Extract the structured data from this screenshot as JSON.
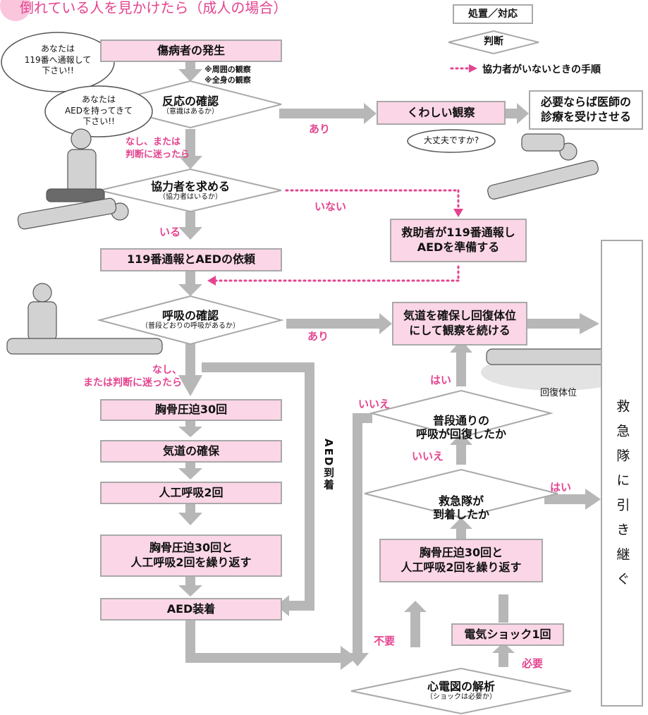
{
  "title": "倒れている人を見かけたら（成人の場合）",
  "legend": {
    "action": "処置／対応",
    "decision": "判断",
    "no_helper": "協力者がいないときの手順"
  },
  "bubbles": {
    "call_119": "あなたは\n119番へ通報して\n下さい!!",
    "bring_aed": "あなたは\nAEDを持ってきて\n下さい!!",
    "are_you_ok": "大丈夫ですか?"
  },
  "boxes": {
    "occurrence": "傷病者の発生",
    "observe": "くわしい観察",
    "doctor": "必要ならば医師の\n診療を受けさせる",
    "call_119_aed": "119番通報とAEDの依頼",
    "rescuer_calls": "救助者が119番通報し\nAEDを準備する",
    "recovery": "気道を確保し回復体位\nにして観察を続ける",
    "compress30": "胸骨圧迫30回",
    "airway": "気道の確保",
    "breath2": "人工呼吸2回",
    "repeat_cpr": "胸骨圧迫30回と\n人工呼吸2回を繰り返す",
    "aed_attach": "AED装着",
    "repeat_cpr2": "胸骨圧迫30回と\n人工呼吸2回を繰り返す",
    "shock": "電気ショック1回",
    "handover": "救急隊に引き継ぐ"
  },
  "decisions": {
    "response": {
      "main": "反応の確認",
      "sub": "（意識はあるか）"
    },
    "helper": {
      "main": "協力者を求める",
      "sub": "（協力者はいるか）"
    },
    "breathing": {
      "main": "呼吸の確認",
      "sub": "（普段どおりの呼吸があるか）"
    },
    "normal_breathing": {
      "main": "普段通りの\n呼吸が回復したか",
      "sub": ""
    },
    "ems_arrived": {
      "main": "救急隊が\n到着したか",
      "sub": ""
    },
    "ecg": {
      "main": "心電図の解析",
      "sub": "（ショックは必要か）"
    }
  },
  "labels": {
    "yes_response": "あり",
    "no_response": "なし、または\n判断に迷ったら",
    "no_helper": "いない",
    "helper_yes": "いる",
    "breath_yes": "あり",
    "breath_no": "なし、\nまたは判断に迷ったら",
    "aed_arrive": "AED到着",
    "yes_recovered": "はい",
    "no_recovered": "いいえ",
    "no_arrived": "いいえ",
    "yes_arrived": "はい",
    "not_needed": "不要",
    "needed": "必要"
  },
  "notes": {
    "surroundings": "※周囲の観察",
    "whole_body": "※全身の観察"
  },
  "caption_recovery": "回復体位",
  "colors": {
    "box_fill": "#fbd6e6",
    "arrow": "#b7b7b7",
    "accent": "#e4448f"
  }
}
